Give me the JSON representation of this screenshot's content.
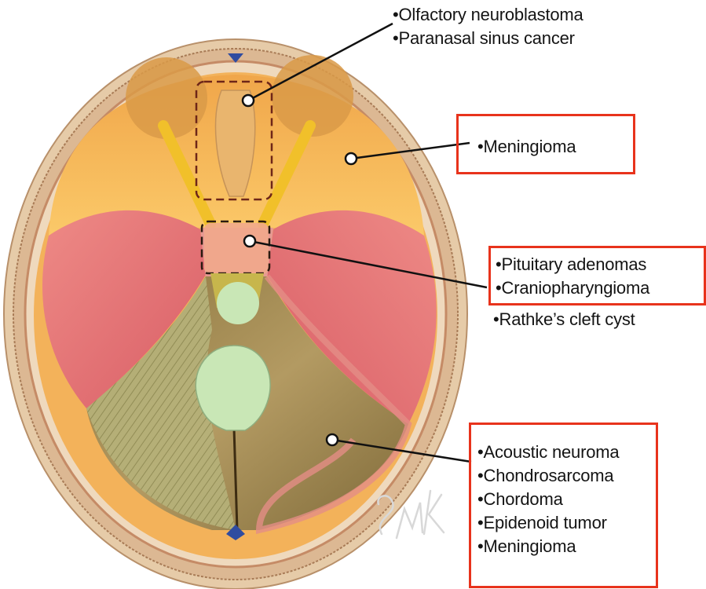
{
  "colors": {
    "highlight_box": "#e8331c",
    "leader_line": "#111111",
    "bone_outer": "#e2c29e",
    "dura_orange": "#f6b757",
    "middle_fossa": "#e97878",
    "posterior_fossa": "#a98f55",
    "tentorium": "#b9b47a",
    "foramen_green": "#c8e6b6",
    "vessel_blue": "#2f4ca0"
  },
  "regions": {
    "olfactory": [
      "Olfactory neuroblastoma",
      "Paranasal sinus cancer"
    ],
    "anterior_fossa": [
      "Meningioma"
    ],
    "sellar_top": [
      "Pituitary adenomas",
      "Craniopharyngioma"
    ],
    "sellar_extra": [
      "Rathke’s cleft cyst"
    ],
    "posterior_fossa": [
      "Acoustic neuroma",
      "Chondrosarcoma",
      "Chordoma",
      "Epidenoid tumor",
      "Meningioma"
    ]
  },
  "signature": "SMK"
}
